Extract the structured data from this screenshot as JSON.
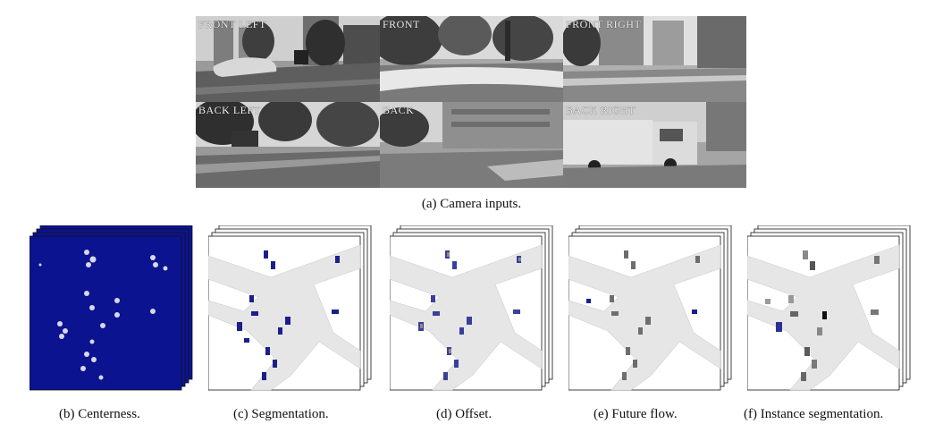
{
  "figure": {
    "cameras": [
      {
        "label": "FRONT LEFT"
      },
      {
        "label": "FRONT"
      },
      {
        "label": "FRONT RIGHT"
      },
      {
        "label": "BACK LEFT"
      },
      {
        "label": "BACK"
      },
      {
        "label": "BACK RIGHT"
      }
    ],
    "caption_a": "(a) Camera inputs.",
    "panels": [
      {
        "caption": "(b) Centerness."
      },
      {
        "caption": "(c) Segmentation."
      },
      {
        "caption": "(d) Offset."
      },
      {
        "caption": "(e) Future flow."
      },
      {
        "caption": "(f) Instance segmentation."
      }
    ]
  },
  "colors": {
    "centerness_background": "#0c1390",
    "road": "#e6e6e6",
    "vehicle_segmentation": "#1b1f8c",
    "vehicle_gray": "#6d6d6d"
  }
}
